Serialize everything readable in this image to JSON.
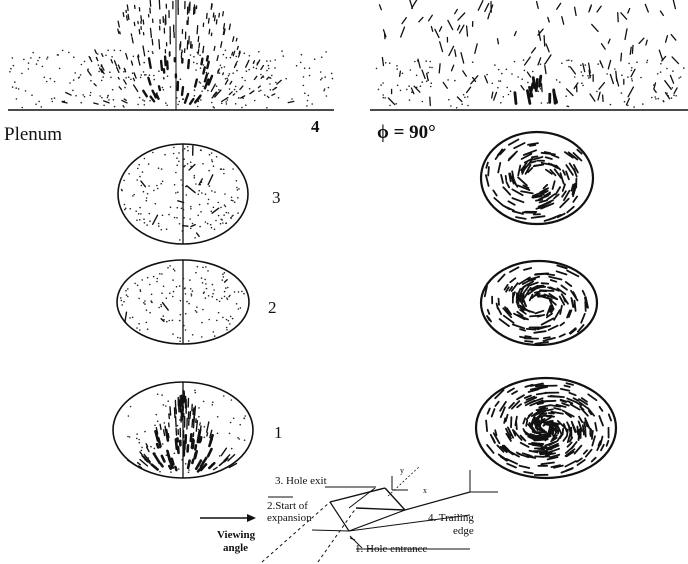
{
  "labels": {
    "plenum": "Plenum",
    "station_4": "4",
    "phi": "ϕ = 90°",
    "station_3": "3",
    "station_2": "2",
    "station_1": "1"
  },
  "schematic": {
    "hole_exit": "3. Hole exit",
    "start_of_expansion_line1": "2.Start of",
    "start_of_expansion_line2": "expansion",
    "trailing_edge_line1": "4. Trailing",
    "trailing_edge_line2": "edge",
    "hole_entrance": "1. Hole entrance",
    "viewing_angle_line1": "Viewing",
    "viewing_angle_line2": "angle",
    "axis_y": "y",
    "axis_x": "x"
  }
}
